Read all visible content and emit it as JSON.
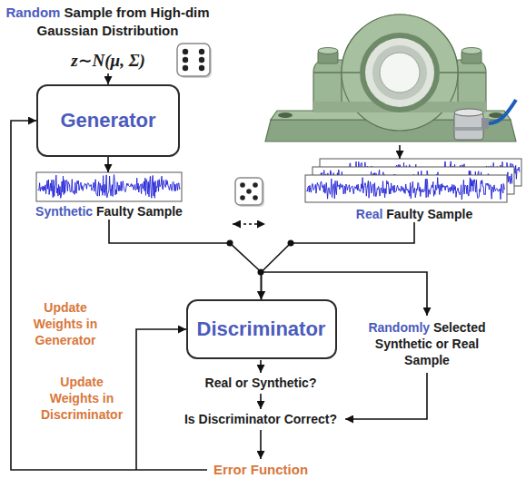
{
  "diagram": {
    "nodes": [
      {
        "text": [
          "Generator"
        ]
      },
      {
        "text": [
          "Synthetic Faulty Sample"
        ]
      },
      {
        "text": [
          "Real Faulty Sample"
        ]
      },
      {
        "text": [
          "Discriminator"
        ]
      }
    ],
    "edges": [
      {
        "from": 0,
        "to": 1,
        "arrow": "to"
      },
      {
        "from": 1,
        "to": 3,
        "arrow": "to"
      },
      {
        "from": 2,
        "to": 3,
        "arrow": "to"
      }
    ],
    "labels": [
      "Random Sample from High-dim Gaussian Distribution",
      "z∼N(μ, Σ)",
      "Real or Synthetic?",
      "Is Discriminator Correct?",
      "Error Function",
      "Update Weights in Generator",
      "Update Weights in Discriminator",
      "Randomly Selected Synthetic or Real Sample"
    ]
  }
}
